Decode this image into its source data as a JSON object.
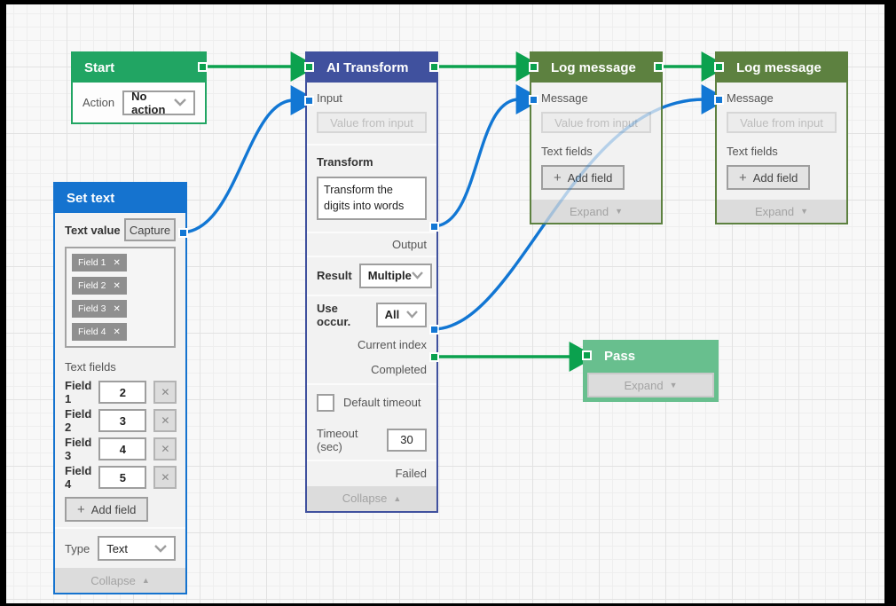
{
  "colors": {
    "canvas_bg": "#f8f8f8",
    "grid_minor": "#eeeeee",
    "grid_major": "#e2e2e2",
    "frame": "#000000",
    "green_header": "#21a563",
    "green_light_header": "#68bf8e",
    "olive_header": "#5d8140",
    "blue_header": "#1573cf",
    "indigo_header": "#40519e",
    "edge_green": "#0ba14e",
    "edge_blue": "#1277d4",
    "node_body": "#f2f2f2",
    "footer_bg": "#dcdcdc"
  },
  "icons": {
    "close": "✕",
    "add": "+",
    "collapse_up": "▲",
    "expand_down": "▼"
  },
  "nodes": {
    "start": {
      "title": "Start",
      "action_label": "Action",
      "action_value": "No action"
    },
    "set_text": {
      "title": "Set text",
      "text_value_label": "Text value",
      "capture_button": "Capture",
      "chips": [
        {
          "label": "Field 1"
        },
        {
          "label": "Field 2"
        },
        {
          "label": "Field 3"
        },
        {
          "label": "Field 4"
        }
      ],
      "text_fields_label": "Text fields",
      "fields": [
        {
          "label": "Field 1",
          "value": "2"
        },
        {
          "label": "Field 2",
          "value": "3"
        },
        {
          "label": "Field 3",
          "value": "4"
        },
        {
          "label": "Field 4",
          "value": "5"
        }
      ],
      "add_field_button": "Add field",
      "type_label": "Type",
      "type_value": "Text",
      "collapse_button": "Collapse"
    },
    "ai_transform": {
      "title": "AI Transform",
      "input_label": "Input",
      "input_placeholder": "Value from input",
      "transform_label": "Transform",
      "transform_value": "Transform the digits into words",
      "output_label": "Output",
      "result_label": "Result",
      "result_value": "Multiple",
      "use_occur_label": "Use occur.",
      "use_occur_value": "All",
      "current_index_label": "Current index",
      "completed_label": "Completed",
      "default_timeout_label": "Default timeout",
      "timeout_label": "Timeout (sec)",
      "timeout_value": "30",
      "failed_label": "Failed",
      "collapse_button": "Collapse"
    },
    "log_message_1": {
      "title": "Log message",
      "message_label": "Message",
      "message_placeholder": "Value from input",
      "text_fields_label": "Text fields",
      "add_field_button": "Add field",
      "expand_button": "Expand"
    },
    "log_message_2": {
      "title": "Log message",
      "message_label": "Message",
      "message_placeholder": "Value from input",
      "text_fields_label": "Text fields",
      "add_field_button": "Add field",
      "expand_button": "Expand"
    },
    "pass": {
      "title": "Pass",
      "expand_button": "Expand"
    }
  }
}
